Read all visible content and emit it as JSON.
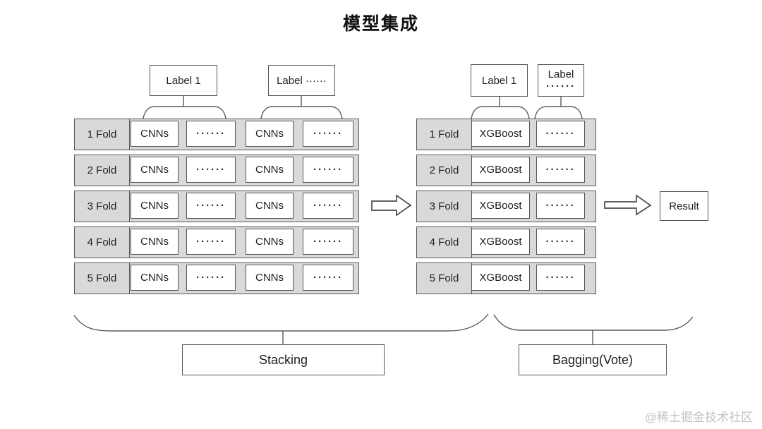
{
  "title": "模型集成",
  "watermark": "@稀土掘金技术社区",
  "result_label": "Result",
  "stacking": {
    "group_label": "Stacking",
    "label_boxes": [
      {
        "line1": "Label 1"
      },
      {
        "line1": "Label ······"
      }
    ],
    "rows": [
      {
        "fold": "1 Fold",
        "cells": [
          "CNNs",
          "······",
          "CNNs",
          "······"
        ]
      },
      {
        "fold": "2 Fold",
        "cells": [
          "CNNs",
          "······",
          "CNNs",
          "······"
        ]
      },
      {
        "fold": "3 Fold",
        "cells": [
          "CNNs",
          "······",
          "CNNs",
          "······"
        ]
      },
      {
        "fold": "4 Fold",
        "cells": [
          "CNNs",
          "······",
          "CNNs",
          "······"
        ]
      },
      {
        "fold": "5 Fold",
        "cells": [
          "CNNs",
          "······",
          "CNNs",
          "······"
        ]
      }
    ]
  },
  "bagging": {
    "group_label": "Bagging(Vote)",
    "label_boxes": [
      {
        "line1": "Label 1"
      },
      {
        "line1": "Label",
        "line2": "······"
      }
    ],
    "rows": [
      {
        "fold": "1 Fold",
        "cells": [
          "XGBoost",
          "······"
        ]
      },
      {
        "fold": "2 Fold",
        "cells": [
          "XGBoost",
          "······"
        ]
      },
      {
        "fold": "3 Fold",
        "cells": [
          "XGBoost",
          "······"
        ]
      },
      {
        "fold": "4 Fold",
        "cells": [
          "XGBoost",
          "······"
        ]
      },
      {
        "fold": "5 Fold",
        "cells": [
          "XGBoost",
          "······"
        ]
      }
    ]
  },
  "colors": {
    "row_fill": "#d9d9d9",
    "cell_fill": "#ffffff",
    "border": "#565656",
    "text": "#1f1f1f",
    "watermark": "#c3c3c3"
  }
}
